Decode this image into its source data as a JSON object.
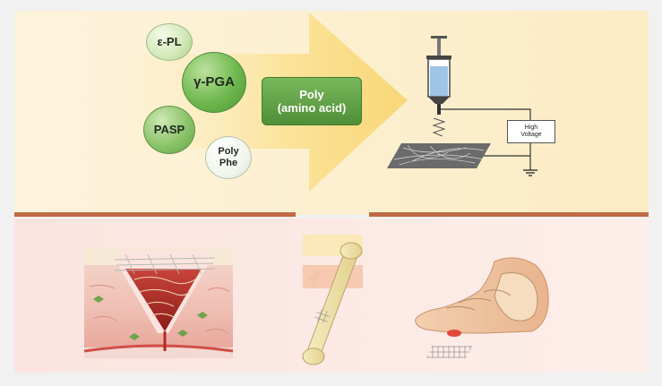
{
  "diagram": {
    "polymers": [
      {
        "label": "ε-PL"
      },
      {
        "label": "γ-PGA"
      },
      {
        "label": "PASP"
      },
      {
        "label": "Poly Phe"
      }
    ],
    "polymers_extra": {
      "phe_line1": "Poly",
      "phe_line2": "Phe"
    },
    "process_box": {
      "line1": "Poly",
      "line2": "(amino acid)"
    },
    "electrospinning": {
      "power_supply_line1": "High",
      "power_supply_line2": "Voltage"
    },
    "colors": {
      "top_panel": "#fcefcc",
      "bottom_panel": "#fbe6e0",
      "divider": "#c06a44",
      "arrow": "#fbe49a",
      "box_green": "#5a9a3f"
    },
    "icons": [
      "syringe-icon",
      "fiber-mat-icon",
      "ground-icon",
      "skin-wound-icon",
      "bone-icon",
      "foot-icon"
    ]
  }
}
